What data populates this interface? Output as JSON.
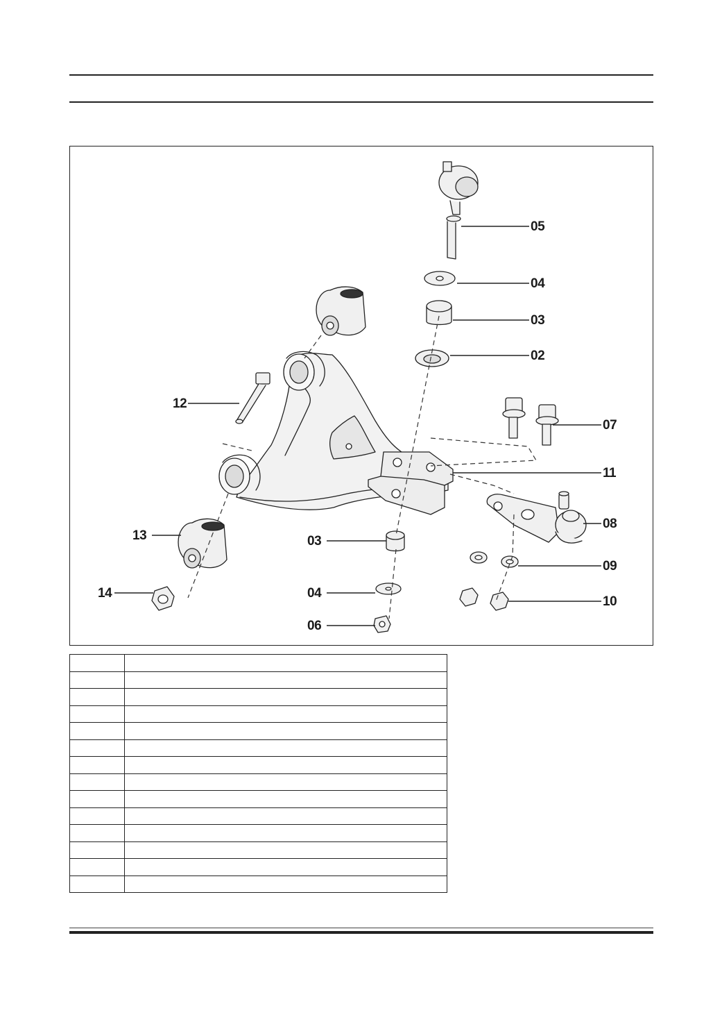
{
  "figure": {
    "callouts": [
      {
        "id": "05",
        "text": "05"
      },
      {
        "id": "04a",
        "text": "04"
      },
      {
        "id": "03a",
        "text": "03"
      },
      {
        "id": "02",
        "text": "02"
      },
      {
        "id": "12",
        "text": "12"
      },
      {
        "id": "07",
        "text": "07"
      },
      {
        "id": "11",
        "text": "11"
      },
      {
        "id": "08",
        "text": "08"
      },
      {
        "id": "13",
        "text": "13"
      },
      {
        "id": "03b",
        "text": "03"
      },
      {
        "id": "09",
        "text": "09"
      },
      {
        "id": "14",
        "text": "14"
      },
      {
        "id": "04b",
        "text": "04"
      },
      {
        "id": "10",
        "text": "10"
      },
      {
        "id": "06",
        "text": "06"
      }
    ]
  },
  "parts_table": {
    "rows": [
      [
        "",
        ""
      ],
      [
        "",
        ""
      ],
      [
        "",
        ""
      ],
      [
        "",
        ""
      ],
      [
        "",
        ""
      ],
      [
        "",
        ""
      ],
      [
        "",
        ""
      ],
      [
        "",
        ""
      ],
      [
        "",
        ""
      ],
      [
        "",
        ""
      ],
      [
        "",
        ""
      ],
      [
        "",
        ""
      ],
      [
        "",
        ""
      ],
      [
        "",
        ""
      ]
    ]
  }
}
